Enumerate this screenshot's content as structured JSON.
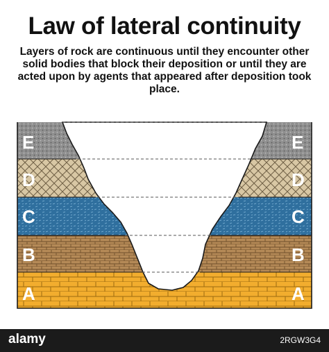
{
  "title": "Law of lateral continuity",
  "description": "Layers of rock are continuous until they encounter other solid bodies that block their deposition or until they are acted upon by agents that appeared after deposition took place.",
  "layers": [
    {
      "id": "E",
      "left_label": "E",
      "right_label": "E",
      "color": "#8f8f8f",
      "pattern": "dots"
    },
    {
      "id": "D",
      "left_label": "D",
      "right_label": "D",
      "color": "#d8c7a4",
      "pattern": "diamonds"
    },
    {
      "id": "C",
      "left_label": "C",
      "right_label": "C",
      "color": "#2f6f9e",
      "pattern": "dashes"
    },
    {
      "id": "B",
      "left_label": "B",
      "right_label": "B",
      "color": "#b58a57",
      "pattern": "bricks-small"
    },
    {
      "id": "A",
      "left_label": "A",
      "right_label": "A",
      "color": "#f2ad2e",
      "pattern": "bricks"
    }
  ],
  "watermark": {
    "mark": "alamy"
  },
  "footer": {
    "brand": "alamy",
    "stock_id": "2RGW3G4"
  }
}
